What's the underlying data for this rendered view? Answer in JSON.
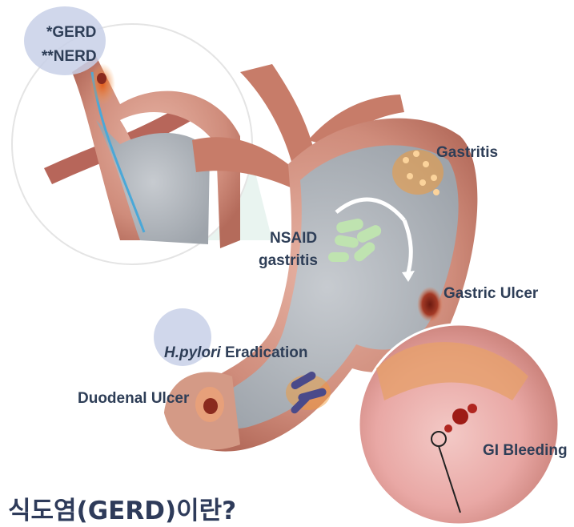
{
  "labels": {
    "gerd": "*GERD",
    "nerd": "**NERD",
    "gastritis": "Gastritis",
    "nsaid_line1": "NSAID",
    "nsaid_line2": "gastritis",
    "gastric_ulcer": "Gastric Ulcer",
    "hpylori_italic": "H.pylori",
    "eradication": " Eradication",
    "duodenal_ulcer": "Duodenal Ulcer",
    "gi_bleeding": "GI Bleeding"
  },
  "title": "식도염(GERD)이란?",
  "colors": {
    "label_text": "#2e3e57",
    "bubble": "#c8d0e8",
    "stomach_wall": "#c97f6e",
    "mucosa": "#9fa6ad",
    "ulcer": "#8a2a1e",
    "inflammation": "#f29a3a",
    "pills": "#bfe3b0",
    "bacteria": "#4a4a8a"
  }
}
